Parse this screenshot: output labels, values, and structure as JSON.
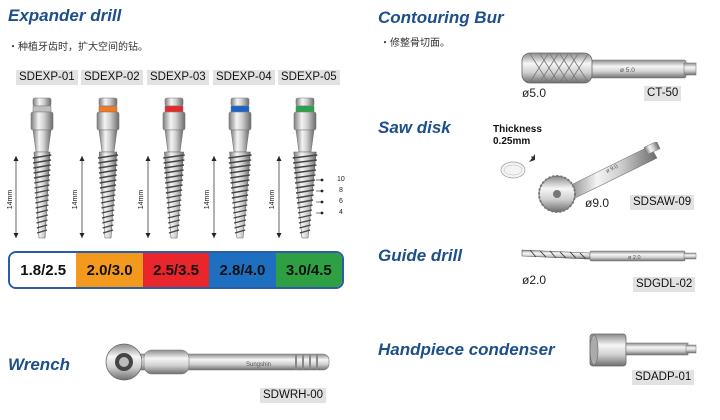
{
  "expander": {
    "title": "Expander drill",
    "note": "・种植牙齿时，扩大空间的钻。",
    "codes": [
      "SDEXP-01",
      "SDEXP-02",
      "SDEXP-03",
      "SDEXP-04",
      "SDEXP-05"
    ],
    "length_label": "14mm",
    "depth_marks": [
      "10",
      "8",
      "6",
      "4"
    ],
    "sizes": [
      {
        "label": "1.8/2.5",
        "color": "#ffffff"
      },
      {
        "label": "2.0/3.0",
        "color": "#f39a1e"
      },
      {
        "label": "2.5/3.5",
        "color": "#e8262c"
      },
      {
        "label": "2.8/4.0",
        "color": "#1f6fc0"
      },
      {
        "label": "3.0/4.5",
        "color": "#2ea043"
      }
    ],
    "band_colors": [
      "#c0c0c0",
      "#f07a20",
      "#e22a2a",
      "#1d62c8",
      "#27a34a"
    ]
  },
  "wrench": {
    "title": "Wrench",
    "code": "SDWRH-00",
    "engraving": "Sungshin"
  },
  "contouring": {
    "title": "Contouring Bur",
    "note": "・修整骨切面。",
    "diameter": "ø5.0",
    "code": "CT-50",
    "engraving": "ø 5.0"
  },
  "saw": {
    "title": "Saw disk",
    "thickness_label": "Thickness",
    "thickness_value": "0.25mm",
    "diameter": "ø9.0",
    "code": "SDSAW-09",
    "engraving": "ø 9.0"
  },
  "guide": {
    "title": "Guide drill",
    "diameter": "ø2.0",
    "code": "SDGDL-02",
    "engraving": "ø 2.0"
  },
  "handpiece": {
    "title": "Handpiece condenser",
    "code": "SDADP-01"
  }
}
